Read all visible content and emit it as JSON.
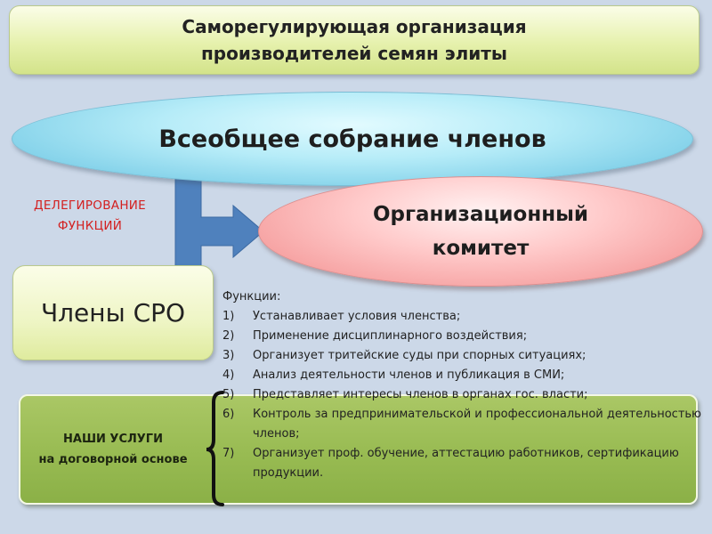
{
  "title": {
    "line1": "Саморегулирующая организация",
    "line2": "производителей семян элиты"
  },
  "assembly": "Всеобщее собрание членов",
  "delegation": {
    "line1": "ДЕЛЕГИРОВАНИЕ",
    "line2": "ФУНКЦИЙ"
  },
  "committee": {
    "line1": "Организационный",
    "line2": "комитет"
  },
  "members": "Члены СРО",
  "services": {
    "line1": "НАШИ УСЛУГИ",
    "line2": "на договорной основе"
  },
  "functions": {
    "heading": "Функции:",
    "items": [
      {
        "num": "1)",
        "text": "Устанавливает условия членства;"
      },
      {
        "num": "2)",
        "text": "Применение дисциплинарного воздействия;"
      },
      {
        "num": "3)",
        "text": "Организует тритейские суды при спорных ситуациях;"
      },
      {
        "num": "4)",
        "text": "Анализ деятельности членов и публикация в СМИ;"
      },
      {
        "num": "5)",
        "text": "Представляет интересы членов в органах гос. власти;"
      },
      {
        "num": "6)",
        "text": "Контроль за предпринимательской и профессиональной деятельностью членов;"
      },
      {
        "num": "7)",
        "text": "Организует проф. обучение, аттестацию работников, сертификацию продукции."
      }
    ]
  },
  "colors": {
    "background": "#ccd8e8",
    "arrow": "#4f81bd",
    "delegation_text": "#d32020",
    "services_fill": "#98bb52"
  }
}
